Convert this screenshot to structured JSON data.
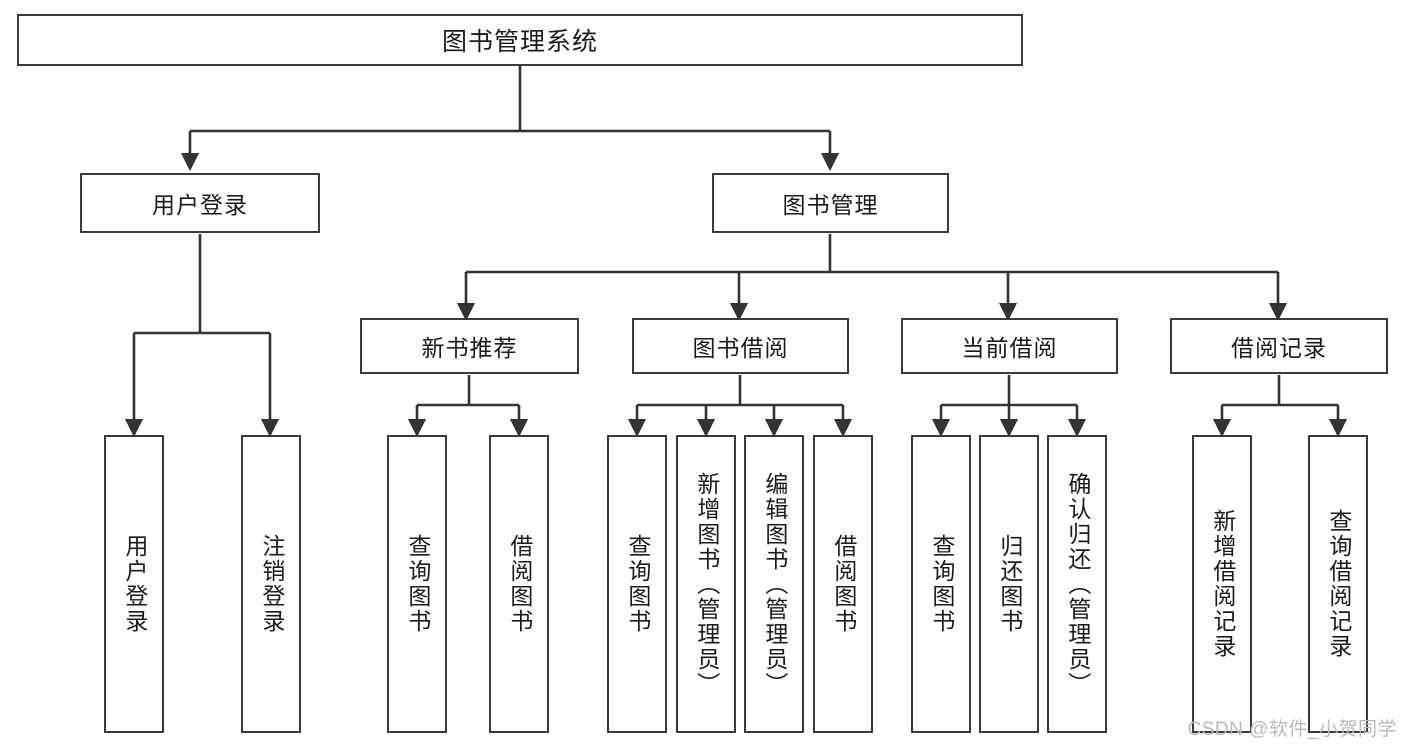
{
  "diagram": {
    "title": "图书管理系统",
    "type": "tree-hierarchy-chart",
    "watermark": "CSDN @软件_小贺同学",
    "colors": {
      "border": "#3a3a3a",
      "background": "#ffffff",
      "text": "#1b1b1b",
      "connector": "#333333",
      "watermark": "#b9b9b9"
    },
    "root": {
      "label": "图书管理系统"
    },
    "level1": [
      {
        "label": "用户登录"
      },
      {
        "label": "图书管理"
      }
    ],
    "level2": [
      {
        "label": "新书推荐"
      },
      {
        "label": "图书借阅"
      },
      {
        "label": "当前借阅"
      },
      {
        "label": "借阅记录"
      }
    ],
    "leaves": [
      {
        "label": "用户登录",
        "parent": "用户登录"
      },
      {
        "label": "注销登录",
        "parent": "用户登录"
      },
      {
        "label": "查询图书",
        "parent": "新书推荐"
      },
      {
        "label": "借阅图书",
        "parent": "新书推荐"
      },
      {
        "label": "查询图书",
        "parent": "图书借阅"
      },
      {
        "label": "新增图书（管理员）",
        "parent": "图书借阅"
      },
      {
        "label": "编辑图书（管理员）",
        "parent": "图书借阅"
      },
      {
        "label": "借阅图书",
        "parent": "图书借阅"
      },
      {
        "label": "查询图书",
        "parent": "当前借阅"
      },
      {
        "label": "归还图书",
        "parent": "当前借阅"
      },
      {
        "label": "确认归还（管理员）",
        "parent": "当前借阅"
      },
      {
        "label": "新增借阅记录",
        "parent": "借阅记录"
      },
      {
        "label": "查询借阅记录",
        "parent": "借阅记录"
      }
    ]
  }
}
